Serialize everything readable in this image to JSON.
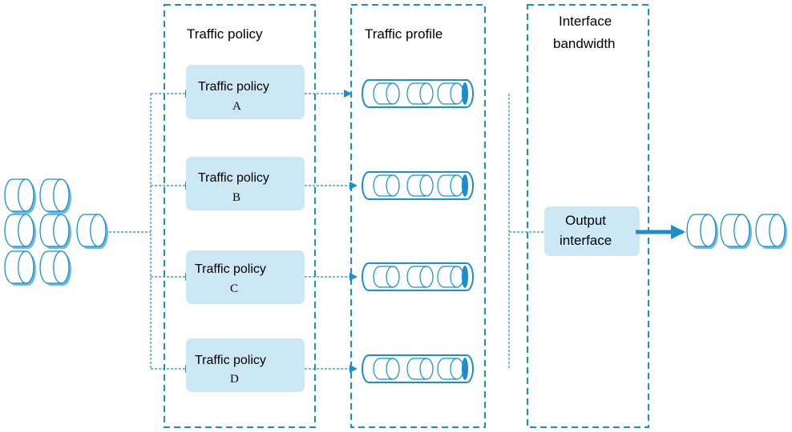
{
  "columns": {
    "policy_title": "Traffic policy",
    "profile_title": "Traffic profile",
    "bandwidth_title_line1": "Interface",
    "bandwidth_title_line2": "bandwidth"
  },
  "policies": [
    {
      "title": "Traffic policy",
      "letter": "A"
    },
    {
      "title": "Traffic policy",
      "letter": "B"
    },
    {
      "title": "Traffic policy",
      "letter": "C"
    },
    {
      "title": "Traffic policy",
      "letter": "D"
    }
  ],
  "output": {
    "line1": "Output",
    "line2": "interface"
  },
  "colors": {
    "accent": "#1a8fc9",
    "box_fill": "#cce8f4",
    "packet_fill": "#ffffff",
    "packet_shadow": "#6fb9e0"
  },
  "icons": {
    "packet": "packet-cylinder-icon",
    "queue": "queue-pipe-icon",
    "arrow": "arrow-right-icon"
  }
}
